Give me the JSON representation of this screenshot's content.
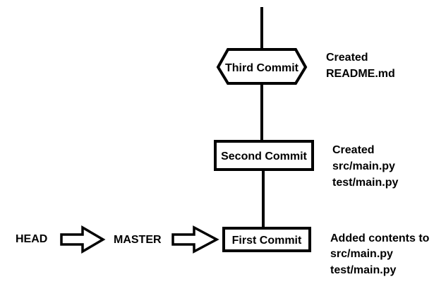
{
  "commits": {
    "third": {
      "label": "Third Commit",
      "note": [
        "Created",
        "README.md"
      ]
    },
    "second": {
      "label": "Second Commit",
      "note": [
        "Created",
        "src/main.py",
        "test/main.py"
      ]
    },
    "first": {
      "label": "First Commit",
      "note": [
        "Added contents to",
        "src/main.py",
        "test/main.py"
      ]
    }
  },
  "pointers": {
    "head": "HEAD",
    "master": "MASTER"
  },
  "colors": {
    "stroke": "#000000",
    "background": "#ffffff"
  }
}
